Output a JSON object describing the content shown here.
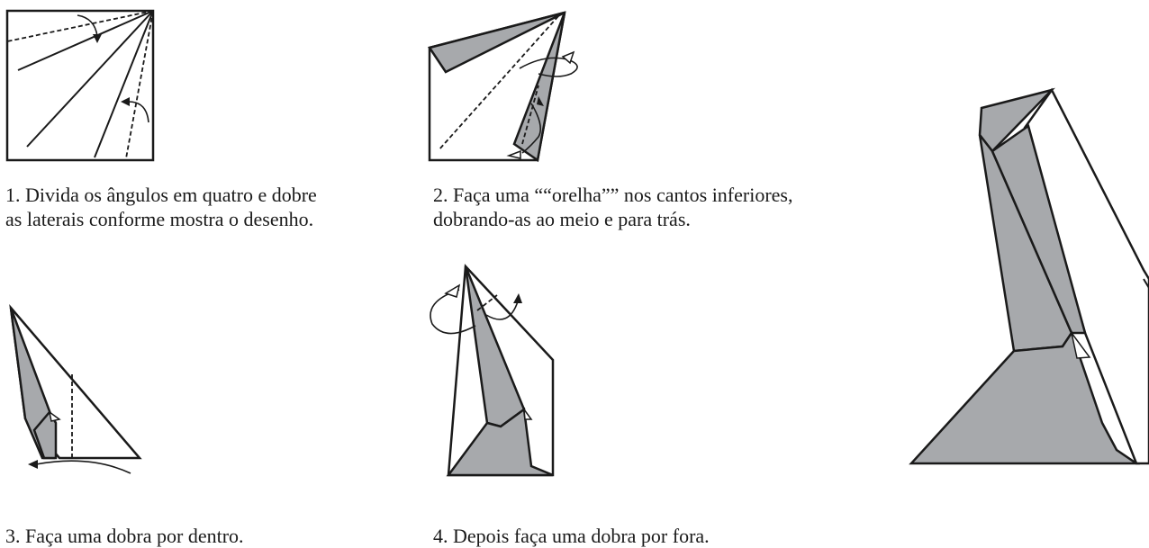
{
  "diagram": {
    "paper_shade_color": "#a7a9ac",
    "line_color": "#1a1a1a",
    "steps": [
      {
        "caption_lines": [
          "1. Divida os ângulos em quatro e dobre",
          "as laterais conforme mostra o desenho."
        ]
      },
      {
        "caption_lines": [
          "2. Faça uma ““orelha”” nos cantos inferiores,",
          "dobrando-as ao meio e para trás."
        ]
      },
      {
        "caption_lines": [
          "3. Faça uma dobra por dentro."
        ]
      },
      {
        "caption_lines": [
          "4. Depois faça uma dobra por fora."
        ]
      }
    ]
  }
}
